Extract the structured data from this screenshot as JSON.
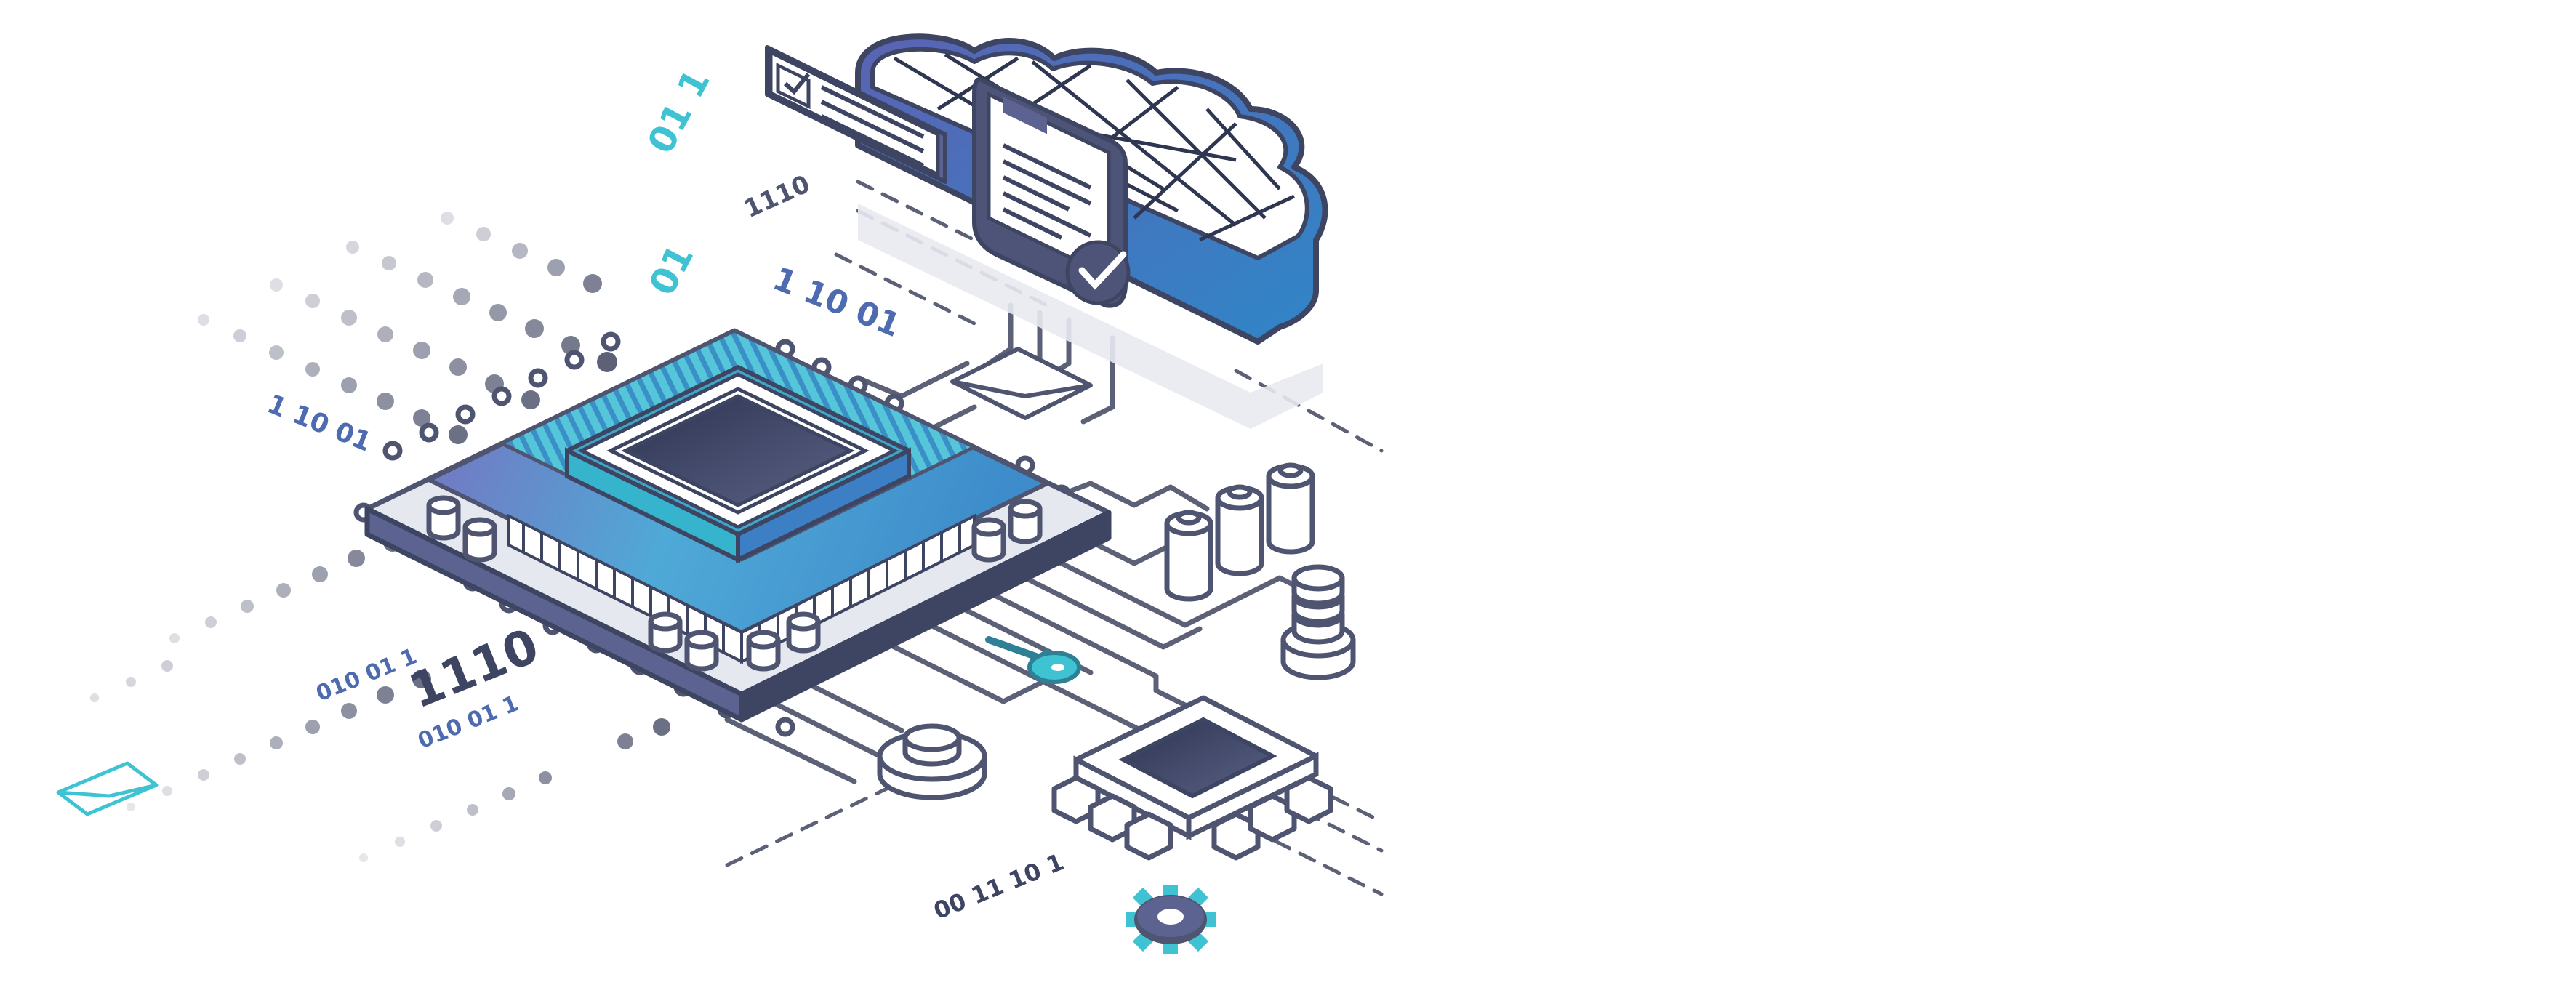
{
  "colors": {
    "outline": "#4f5570",
    "dark_chip": "#3e4563",
    "accent_teal": "#3fc3d3",
    "accent_blue": "#3d7fc4",
    "accent_purple": "#6b6db8",
    "binary_blue": "#4e6bb2",
    "dot_gray": "#9aa0b8"
  },
  "icons": [
    "cloud-icon",
    "document-icon",
    "checkbox-icon",
    "envelope-icon",
    "key-icon",
    "gear-icon",
    "cpu-icon",
    "battery-icon",
    "coin-stack-icon"
  ],
  "binary_labels": {
    "teal_top": "01 1",
    "teal_mid": "01",
    "gray_top": "1110",
    "blue_cloud": "1 10 01",
    "blue_left": "1 10 01",
    "small_left_a": "010 01 1",
    "large_left": "1110",
    "small_left_b": "010 01 1",
    "bottom": "00 11 10 1"
  }
}
